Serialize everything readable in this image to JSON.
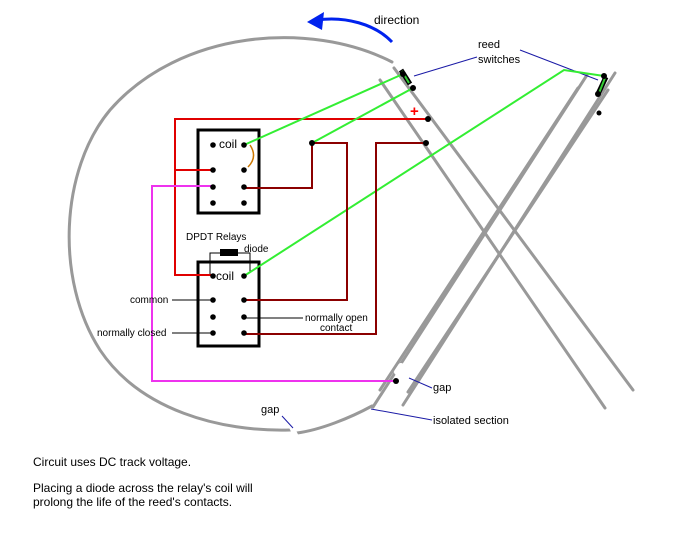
{
  "labels": {
    "direction": "direction",
    "reed_line1": "reed",
    "reed_line2": "switches",
    "plus": "+",
    "coil_top": "coil",
    "coil_bottom": "coil",
    "relays_title": "DPDT Relays",
    "diode": "diode",
    "common": "common",
    "normally_closed": "normally closed",
    "normally_open_line1": "normally open",
    "normally_open_line2": "contact",
    "gap_right": "gap",
    "gap_bottom": "gap",
    "isolated_section": "isolated section"
  },
  "notes": {
    "line1": "Circuit uses DC track voltage.",
    "line2": "Placing a diode across the relay's coil will prolong the life of the reed's contacts."
  },
  "colors": {
    "track": "#999999",
    "red_wire": "#e00000",
    "green_wire": "#33ee33",
    "magenta_wire": "#ee33ee",
    "brown_wire": "#8b0000",
    "direction_arrow": "#0022ee",
    "pointer_line": "#1a1aa6",
    "relay_box": "#000000"
  }
}
